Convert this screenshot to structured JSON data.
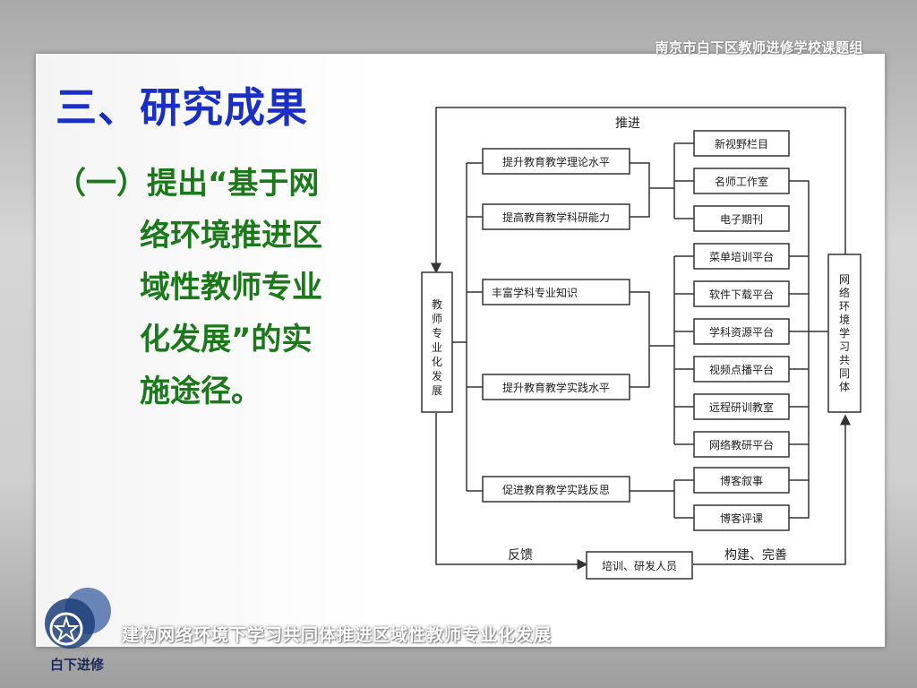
{
  "header": {
    "org": "南京市白下区教师进修学校课题组"
  },
  "title": "三、研究成果",
  "section": {
    "lines": [
      "（一）提出“基于网",
      "络环境推进区",
      "域性教师专业",
      "化发展”的实",
      "施途径。"
    ]
  },
  "diagram": {
    "left_node": "教师专业化发展",
    "right_node": "网络环境学习共同体",
    "bottom_node": "培训、研发人员",
    "top_label": "推进",
    "feedback_label": "反馈",
    "build_label": "构建、完善",
    "middle_nodes": [
      "提升教育教学理论水平",
      "提高教育教学科研能力",
      "丰富学科专业知识",
      "提升教育教学实践水平",
      "促进教育教学实践反思"
    ],
    "platform_nodes": [
      "新视野栏目",
      "名师工作室",
      "电子期刊",
      "菜单培训平台",
      "软件下载平台",
      "学科资源平台",
      "视频点播平台",
      "远程研训教室",
      "网络教研平台",
      "博客叙事",
      "博客评课"
    ]
  },
  "footer": {
    "text": "建构网络环境下学习共同体推进区域性教师专业化发展"
  },
  "logo": {
    "text": "白下进修"
  },
  "colors": {
    "title": "#1a2fc9",
    "section": "#1a7a1a",
    "line": "#333333"
  }
}
